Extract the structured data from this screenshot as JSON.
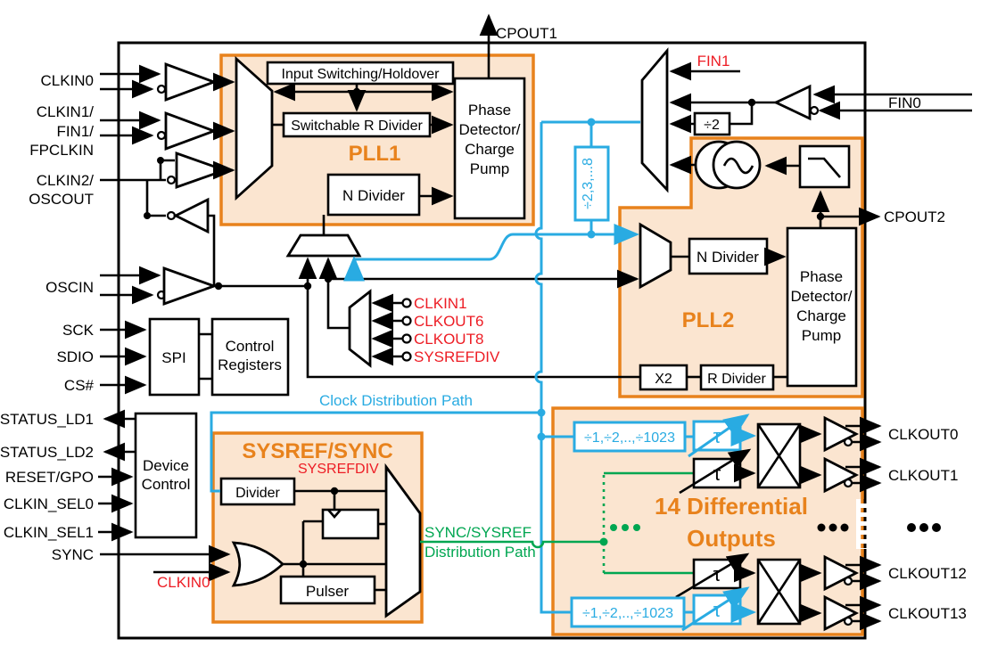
{
  "colors": {
    "orange": "#e8821c",
    "block_fill": "#fbe5d0",
    "blue": "#29abe2",
    "green": "#00a651",
    "red": "#ed1c24",
    "wire": "#000000"
  },
  "pins": {
    "left": [
      "CLKIN0",
      "CLKIN1/",
      "FIN1/",
      "FPCLKIN",
      "CLKIN2/",
      "OSCOUT",
      "OSCIN",
      "SCK",
      "SDIO",
      "CS#",
      "STATUS_LD1",
      "STATUS_LD2",
      "RESET/GPO",
      "CLKIN_SEL0",
      "CLKIN_SEL1",
      "SYNC"
    ],
    "right": [
      "FIN0",
      "CPOUT2",
      "CLKOUT0",
      "CLKOUT1",
      "CLKOUT12",
      "CLKOUT13"
    ],
    "top": "CPOUT1"
  },
  "pll1": {
    "title": "PLL1",
    "input_switching": "Input Switching/Holdover",
    "r_divider": "Switchable R Divider",
    "n_divider": "N Divider"
  },
  "pd": [
    "Phase",
    "Detector/",
    "Charge",
    "Pump"
  ],
  "pll2": {
    "title": "PLL2",
    "n_divider": "N Divider",
    "x2": "X2",
    "r_divider": "R Divider",
    "div2": "÷2",
    "fin1": "FIN1"
  },
  "spi": {
    "label": "SPI",
    "cr1": "Control",
    "cr2": "Registers"
  },
  "device": {
    "l1": "Device",
    "l2": "Control"
  },
  "fbmux": [
    "CLKIN1",
    "CLKOUT6",
    "CLKOUT8",
    "SYSREFDIV"
  ],
  "sysref": {
    "title": "SYSREF/SYNC",
    "divider": "Divider",
    "sysrefdiv": "SYSREFDIV",
    "pulser": "Pulser",
    "clkin0": "CLKIN0"
  },
  "paths": {
    "clock": "Clock Distribution Path",
    "sync1": "SYNC/SYSREF",
    "sync2": "Distribution Path"
  },
  "div": {
    "d238": "÷2,3,...8",
    "d1023": "÷1,÷2,..,÷1023",
    "tau": "τ"
  },
  "outputs": {
    "l1": "14 Differential",
    "l2": "Outputs"
  }
}
